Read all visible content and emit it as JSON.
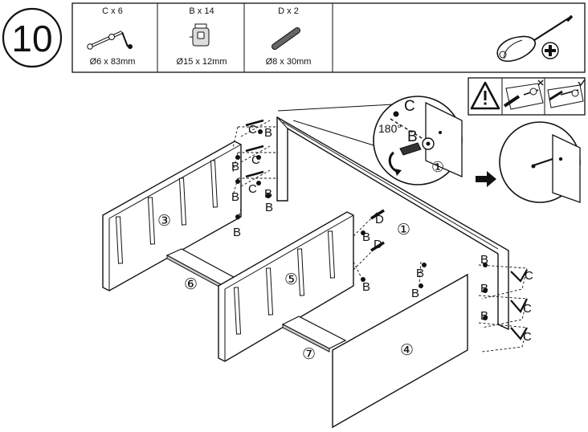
{
  "step": {
    "number": "10"
  },
  "parts": [
    {
      "qty_label": "C x 6",
      "size_label": "Ø6 x 83mm",
      "icon": "cam-bolt-icon"
    },
    {
      "qty_label": "B x 14",
      "size_label": "Ø15 x 12mm",
      "icon": "cam-lock-icon"
    },
    {
      "qty_label": "D x 2",
      "size_label": "Ø8 x 30mm",
      "icon": "wooden-dowel-icon"
    }
  ],
  "tool": {
    "icon": "phillips-screwdriver-icon"
  },
  "warning": {
    "icons": [
      "warning-triangle-icon",
      "incorrect-assembly-icon",
      "correct-assembly-icon"
    ]
  },
  "detail": {
    "c_label": "C",
    "b_label": "B",
    "rotation_label": "180°",
    "panel_number": "①"
  },
  "arrow": {
    "icon": "arrow-right-icon"
  },
  "panel_labels": {
    "p1": "①",
    "p3": "③",
    "p4": "④",
    "p5": "⑤",
    "p6": "⑥",
    "p7": "⑦"
  },
  "fittings": {
    "b": "B",
    "c": "C",
    "d": "D"
  }
}
